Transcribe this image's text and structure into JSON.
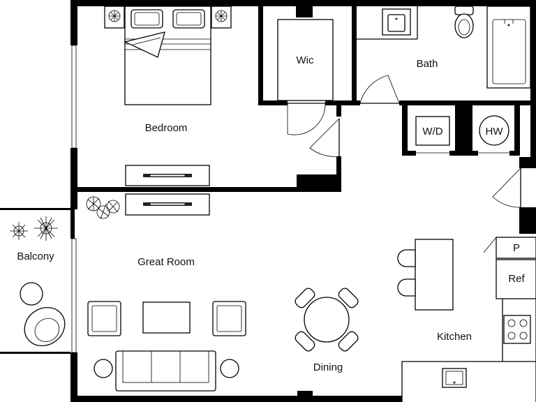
{
  "rooms": {
    "bedroom": "Bedroom",
    "wic": "Wic",
    "bath": "Bath",
    "great_room": "Great Room",
    "balcony": "Balcony",
    "dining": "Dining",
    "kitchen": "Kitchen"
  },
  "fixtures": {
    "washer_dryer": "W/D",
    "water_heater": "HW",
    "pantry": "P",
    "refrigerator": "Ref"
  },
  "icons": [
    "bed-icon",
    "nightstand-lamp-icon",
    "dresser-icon",
    "toilet-icon",
    "sink-icon",
    "bathtub-icon",
    "sofa-icon",
    "armchair-icon",
    "coffee-table-icon",
    "side-table-icon",
    "dining-table-icon",
    "bar-stool-icon",
    "stove-icon",
    "plant-icon",
    "tv-console-icon",
    "lounge-chair-icon"
  ],
  "colors": {
    "wall": "#000000",
    "background": "#ffffff"
  }
}
